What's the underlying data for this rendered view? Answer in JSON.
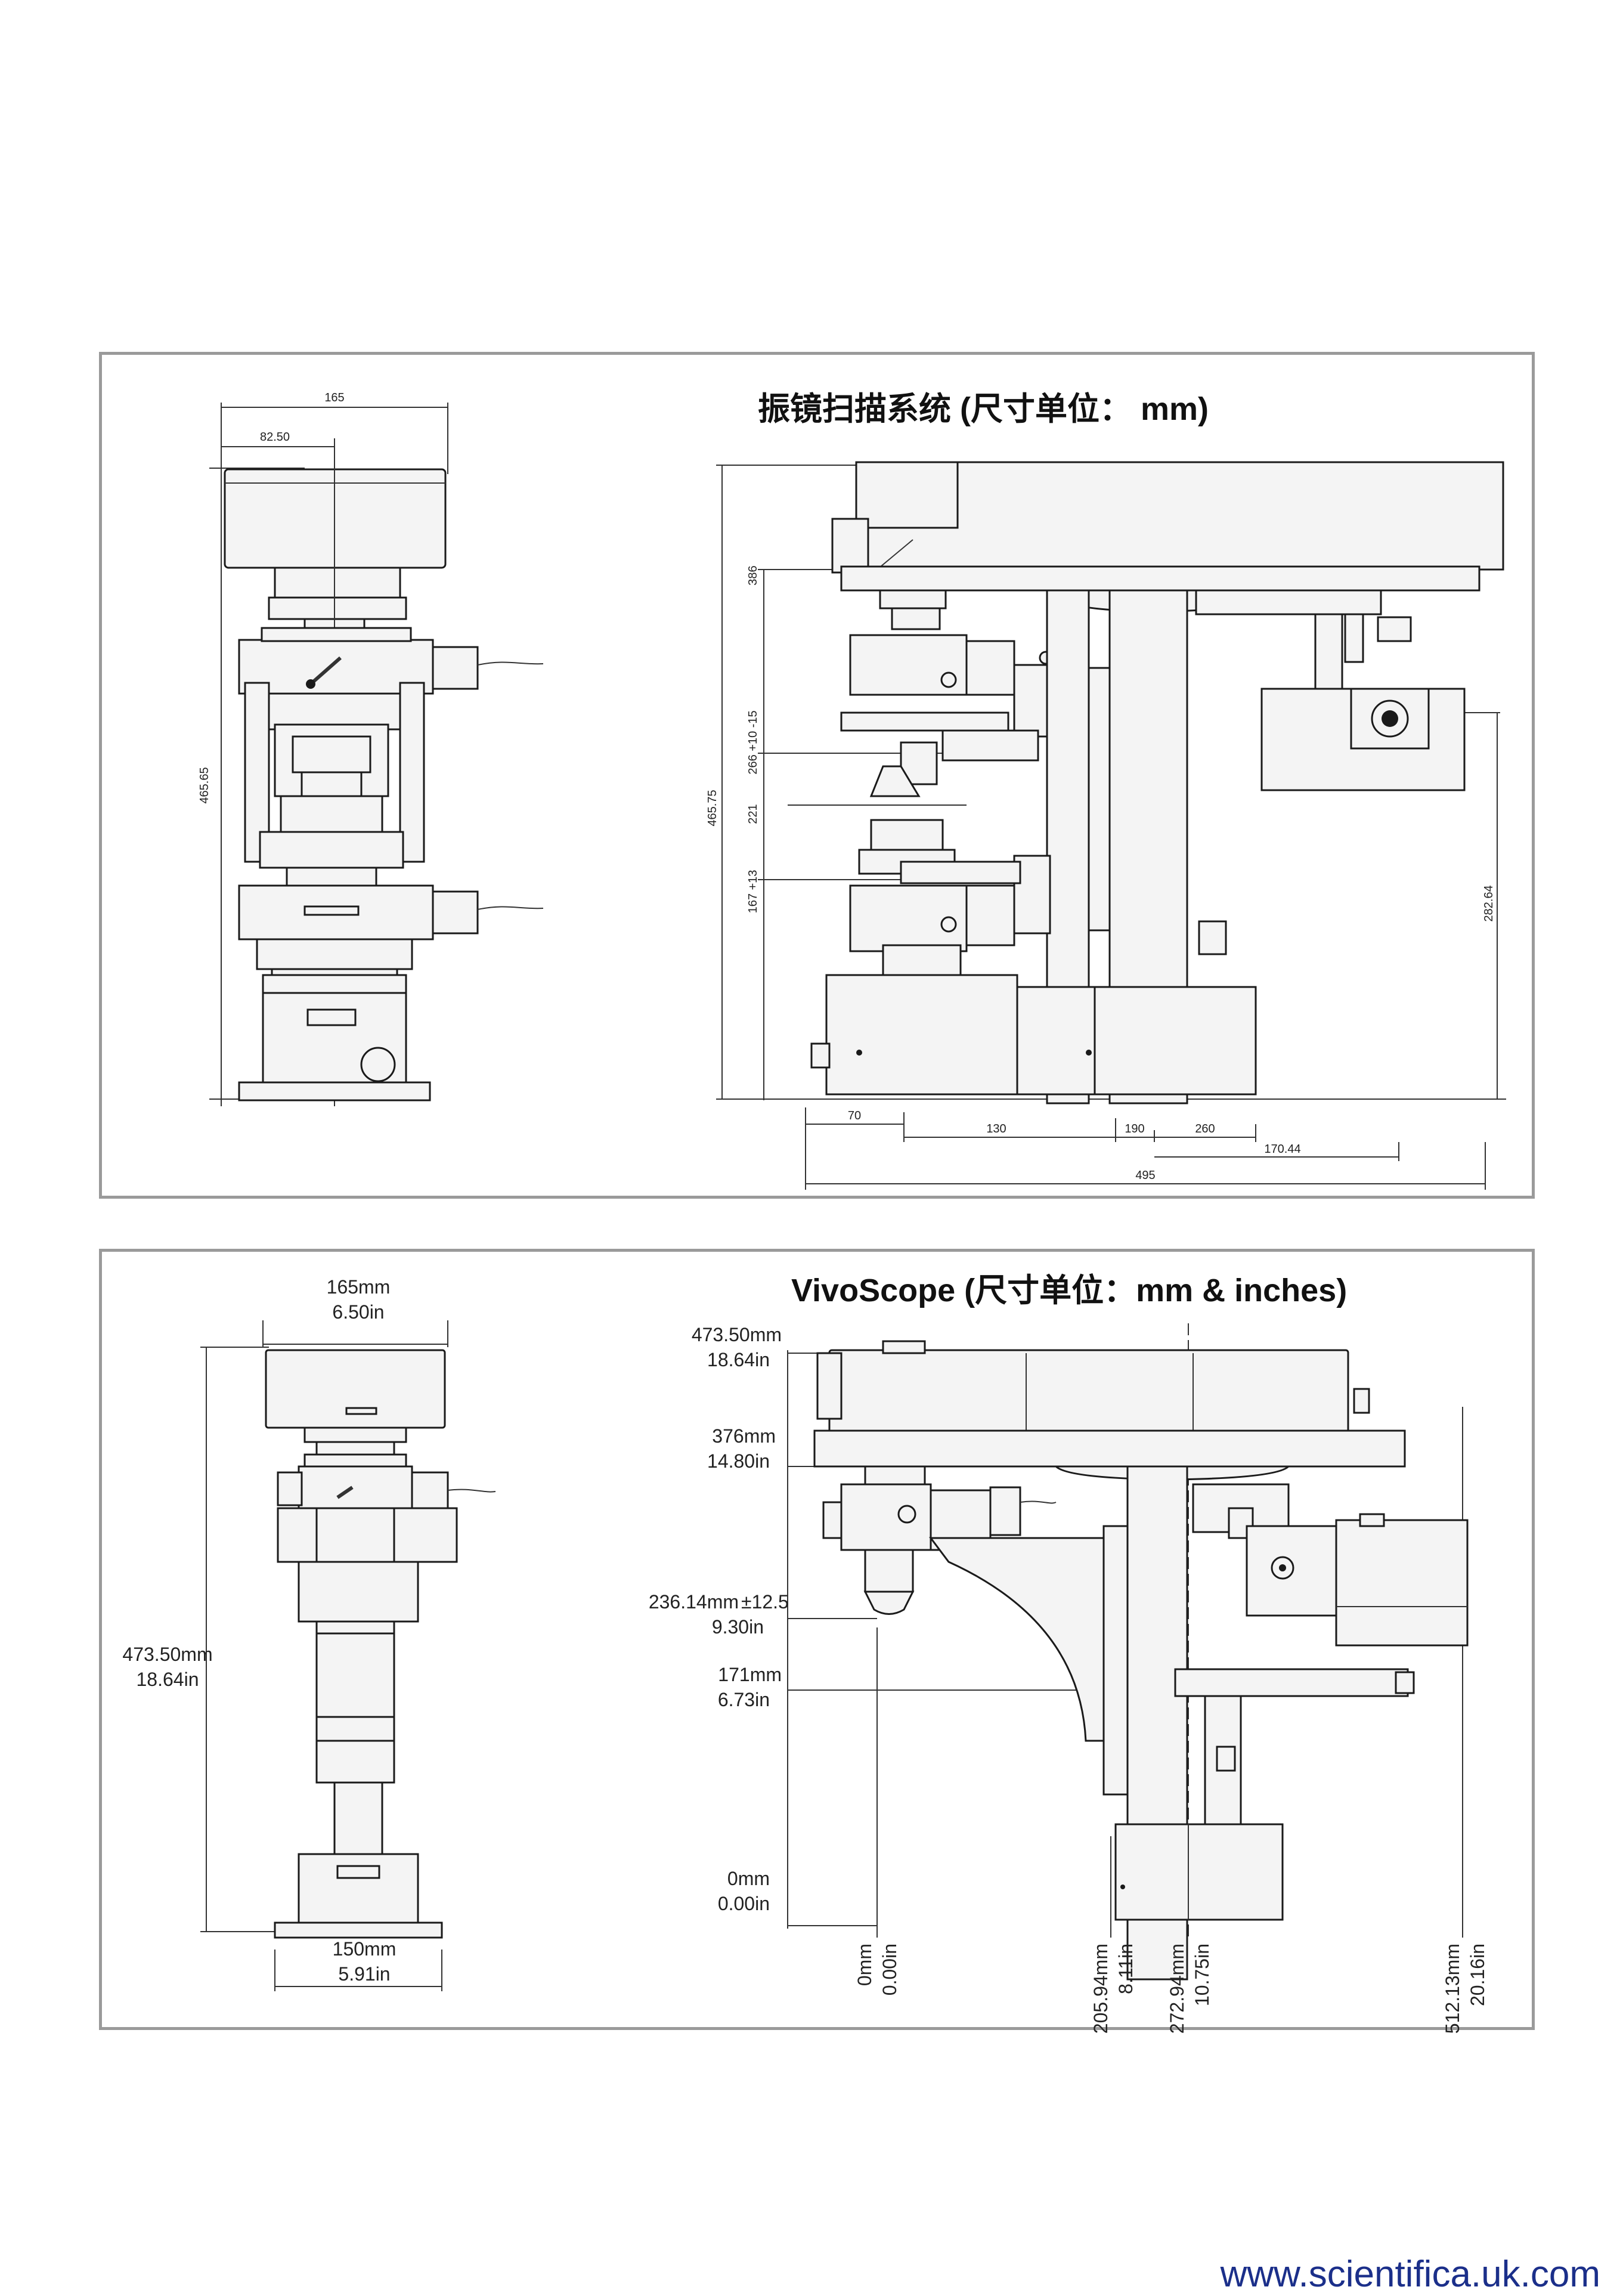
{
  "panel1": {
    "title": "振镜扫描系统 (尺寸单位： mm)",
    "front": {
      "width_top": "165",
      "half_width": "82.50",
      "height": "465.65"
    },
    "side": {
      "dim_386": "386",
      "dim_266": "266 +10 -15",
      "dim_221": "221",
      "dim_167": "167 +13",
      "total_height": "465.75",
      "right_height": "282.64",
      "dim_70": "70",
      "dim_130": "130",
      "dim_190": "190",
      "dim_260": "260",
      "dim_170": "170.44",
      "dim_495": "495"
    }
  },
  "panel2": {
    "title": "VivoScope (尺寸单位：mm & inches)",
    "front": {
      "top_mm": "165mm",
      "top_in": "6.50in",
      "height_mm": "473.50mm",
      "height_in": "18.64in",
      "base_mm": "150mm",
      "base_in": "5.91in"
    },
    "side": {
      "h1_mm": "473.50mm",
      "h1_in": "18.64in",
      "h2_mm": "376mm",
      "h2_in": "14.80in",
      "h3_mm": "236.14mm",
      "h3_tol": "±12.5",
      "h3_in": "9.30in",
      "h4_mm": "171mm",
      "h4_in": "6.73in",
      "h5_mm": "0mm",
      "h5_in": "0.00in",
      "x0_mm": "0mm",
      "x0_in": "0.00in",
      "x1_mm": "205.94mm",
      "x1_in": "8.11in",
      "x2_mm": "272.94mm",
      "x2_in": "10.75in",
      "x3_mm": "512.13mm",
      "x3_in": "20.16in"
    }
  },
  "footer": {
    "url": "www.scientifica.uk.com"
  }
}
